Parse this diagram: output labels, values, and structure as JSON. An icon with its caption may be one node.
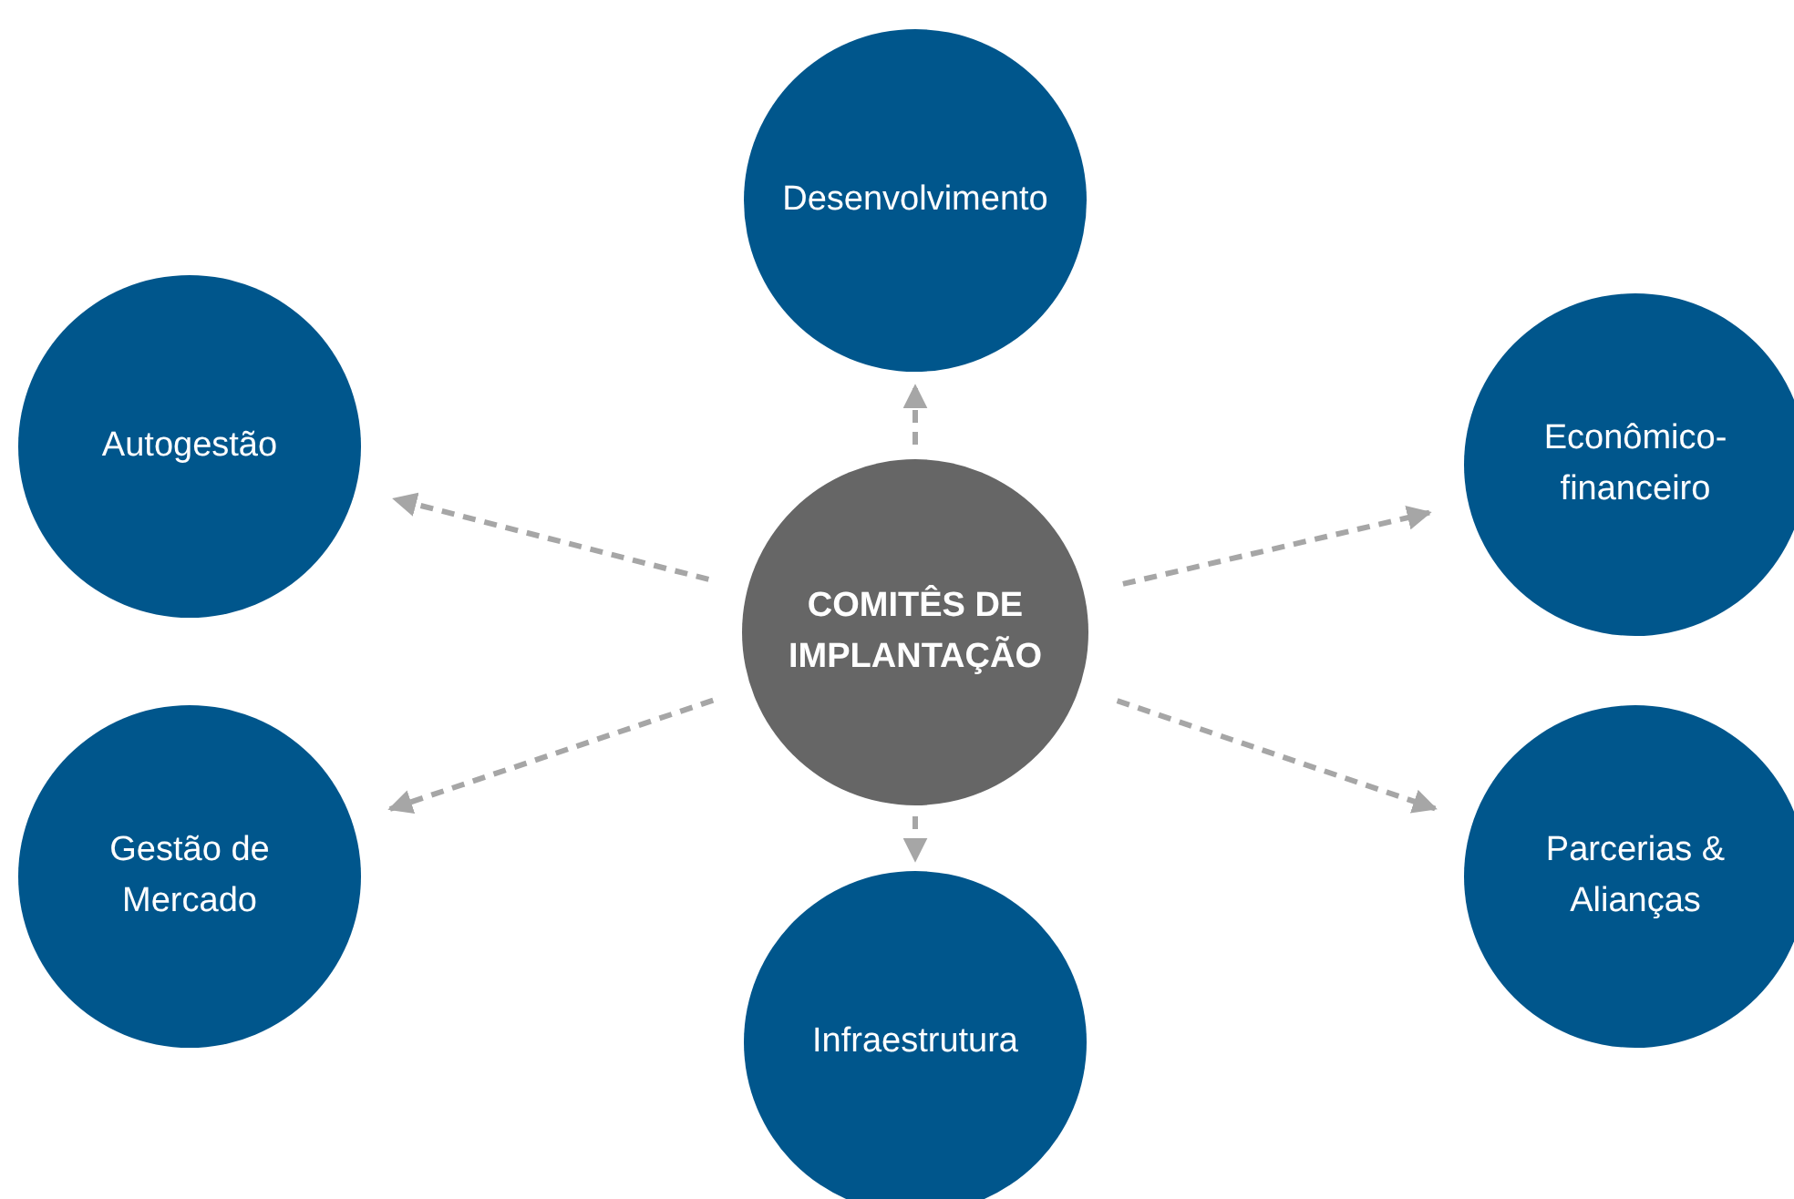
{
  "diagram": {
    "nodes": [
      {
        "text": [
          "COMITÊS DE IMPLANTAÇÃO"
        ]
      },
      {
        "text": [
          "Desenvolvimento"
        ]
      },
      {
        "text": [
          "Autogestão"
        ]
      },
      {
        "text": [
          "Econômico-financeiro"
        ]
      },
      {
        "text": [
          "Gestão de Mercado"
        ]
      },
      {
        "text": [
          "Parcerias & Alianças"
        ]
      },
      {
        "text": [
          "Infraestrutura"
        ]
      }
    ],
    "edges": [
      {
        "from": 0,
        "to": 1,
        "arrow": "to",
        "style": "dashed"
      },
      {
        "from": 0,
        "to": 2,
        "arrow": "to",
        "style": "dashed"
      },
      {
        "from": 0,
        "to": 3,
        "arrow": "to",
        "style": "dashed"
      },
      {
        "from": 0,
        "to": 4,
        "arrow": "to",
        "style": "dashed"
      },
      {
        "from": 0,
        "to": 5,
        "arrow": "to",
        "style": "dashed"
      },
      {
        "from": 0,
        "to": 6,
        "arrow": "to",
        "style": "dashed"
      }
    ]
  }
}
